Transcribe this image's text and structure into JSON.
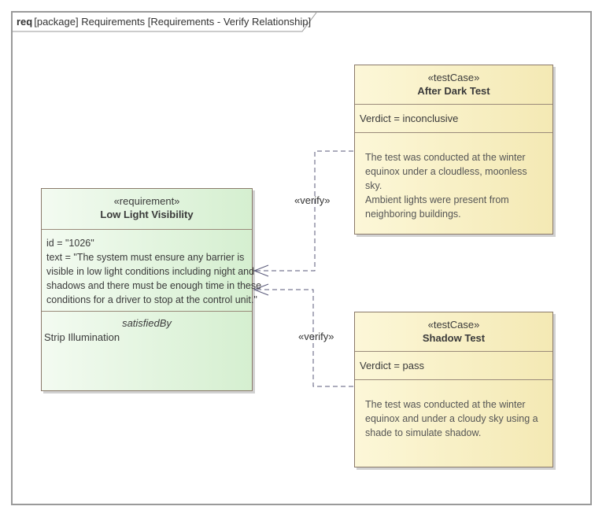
{
  "frame": {
    "kind": "req",
    "title": "[package] Requirements [Requirements - Verify Relationship]"
  },
  "requirement": {
    "stereotype": "«requirement»",
    "name": "Low Light Visibility",
    "id_line": "id = \"1026\"",
    "text_lines": [
      "text = \"The system must ensure any barrier is",
      "visible in low light conditions including night and",
      "shadows and there must be enough time in these",
      "conditions for a driver to stop at the control unit.\""
    ],
    "satisfied_title": "satisfiedBy",
    "satisfied_items": [
      "Strip Illumination"
    ]
  },
  "test_cases": [
    {
      "stereotype": "«testCase»",
      "name": "After Dark Test",
      "verdict": "Verdict = inconclusive",
      "description_lines": [
        "The test was conducted at the winter",
        "equinox under a cloudless, moonless sky.",
        "Ambient lights were present from",
        "neighboring buildings."
      ]
    },
    {
      "stereotype": "«testCase»",
      "name": "Shadow Test",
      "verdict": "Verdict = pass",
      "description_lines": [
        "The test was conducted at the winter",
        "equinox and under a cloudy sky using a",
        "shade to simulate shadow."
      ]
    }
  ],
  "relationships": [
    {
      "label": "«verify»"
    },
    {
      "label": "«verify»"
    }
  ],
  "colors": {
    "connector": "#5a5a7a",
    "requirement_fill": "#d5efd0",
    "testcase_fill": "#f4e9b4"
  }
}
